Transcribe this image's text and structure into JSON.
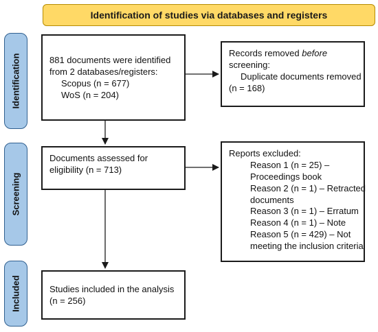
{
  "header": {
    "title": "Identification of studies via databases and registers"
  },
  "stages": {
    "identification": "Identification",
    "screening": "Screening",
    "included": "Included"
  },
  "boxes": {
    "identified": {
      "line1": "881 documents were identified",
      "line2": "from 2 databases/registers:",
      "line3": "Scopus (n = 677)",
      "line4": "WoS (n = 204)"
    },
    "removed": {
      "line1_prefix": "Records removed ",
      "line1_em": "before",
      "line2": "screening:",
      "line3": "Duplicate documents removed",
      "line4": "(n = 168)"
    },
    "assessed": {
      "line1": "Documents assessed for",
      "line2": "eligibility (n = 713)"
    },
    "excluded": {
      "title": "Reports excluded:",
      "lines": [
        "Reason 1 (n = 25) –",
        "Proceedings book",
        "Reason 2 (n = 1) – Retracted",
        "documents",
        "Reason 3 (n = 1) – Erratum",
        "Reason 4 (n = 1) – Note",
        "Reason 5 (n = 429) – Not",
        "meeting the inclusion criteria"
      ]
    },
    "included": {
      "line1": "Studies included in the analysis",
      "line2": "(n = 256)"
    }
  }
}
